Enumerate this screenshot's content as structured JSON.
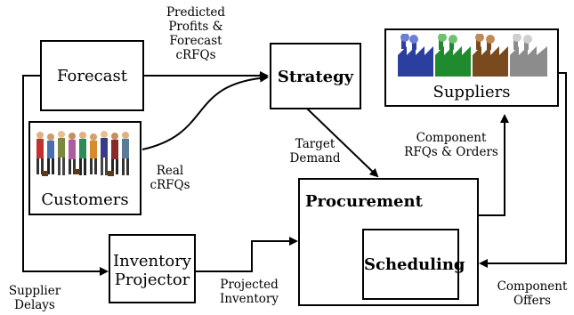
{
  "nodes": {
    "forecast": "Forecast",
    "strategy": "Strategy",
    "suppliers": "Suppliers",
    "customers": "Customers",
    "procurement": "Procurement",
    "scheduling": "Scheduling",
    "inventory_projector_line1": "Inventory",
    "inventory_projector_line2": "Projector"
  },
  "edge_labels": {
    "predicted_profits_line1": "Predicted",
    "predicted_profits_line2": "Profits &",
    "predicted_profits_line3": "Forecast",
    "predicted_profits_line4": "cRFQs",
    "target_demand_line1": "Target",
    "target_demand_line2": "Demand",
    "real_crfqs_line1": "Real",
    "real_crfqs_line2": "cRFQs",
    "component_rfqs_line1": "Component",
    "component_rfqs_line2": "RFQs & Orders",
    "projected_inventory_line1": "Projected",
    "projected_inventory_line2": "Inventory",
    "component_offers_line1": "Component",
    "component_offers_line2": "Offers",
    "supplier_delays_line1": "Supplier",
    "supplier_delays_line2": "Delays"
  },
  "illustrations": {
    "customers_image": "people-crowd-icon",
    "suppliers_image": "factory-icon"
  }
}
